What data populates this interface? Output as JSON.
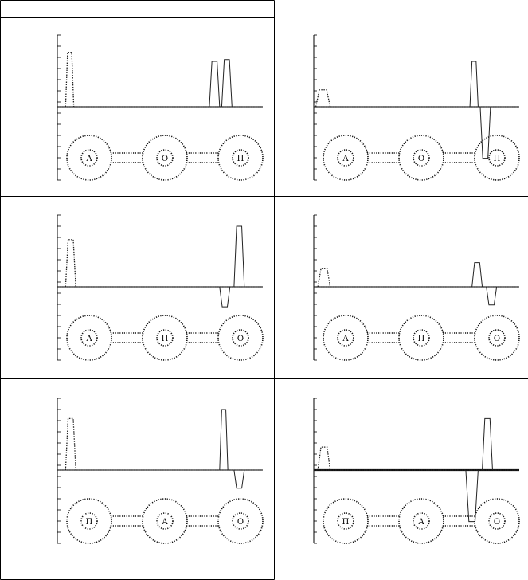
{
  "panels": [
    {
      "id": "r1c1",
      "row": 0,
      "col": 0,
      "pulses": [
        {
          "start": 0.04,
          "end": 0.08,
          "height": 0.9,
          "style": "dotted"
        },
        {
          "start": 0.74,
          "end": 0.79,
          "height": 0.75,
          "style": "solid"
        },
        {
          "start": 0.8,
          "end": 0.85,
          "height": 0.78,
          "style": "solid"
        }
      ],
      "nodes": [
        "А",
        "О",
        "П"
      ]
    },
    {
      "id": "r1c2",
      "row": 0,
      "col": 1,
      "pulses": [
        {
          "start": 0.01,
          "end": 0.08,
          "height": 0.28,
          "style": "dotted"
        },
        {
          "start": 0.76,
          "end": 0.8,
          "height": 0.75,
          "style": "solid"
        },
        {
          "start": 0.81,
          "end": 0.86,
          "height": -0.85,
          "style": "solid"
        }
      ],
      "nodes": [
        "А",
        "О",
        "П"
      ]
    },
    {
      "id": "r2c1",
      "row": 1,
      "col": 0,
      "pulses": [
        {
          "start": 0.04,
          "end": 0.09,
          "height": 0.78,
          "style": "dotted"
        },
        {
          "start": 0.79,
          "end": 0.84,
          "height": -0.33,
          "style": "solid"
        },
        {
          "start": 0.86,
          "end": 0.91,
          "height": 1.0,
          "style": "solid"
        }
      ],
      "nodes": [
        "А",
        "П",
        "О"
      ]
    },
    {
      "id": "r2c2",
      "row": 1,
      "col": 1,
      "pulses": [
        {
          "start": 0.02,
          "end": 0.08,
          "height": 0.3,
          "style": "dotted"
        },
        {
          "start": 0.77,
          "end": 0.82,
          "height": 0.4,
          "style": "solid"
        },
        {
          "start": 0.84,
          "end": 0.89,
          "height": -0.3,
          "style": "solid"
        }
      ],
      "nodes": [
        "А",
        "П",
        "О"
      ]
    },
    {
      "id": "r3c1",
      "row": 2,
      "col": 0,
      "pulses": [
        {
          "start": 0.04,
          "end": 0.09,
          "height": 0.85,
          "style": "dotted"
        },
        {
          "start": 0.79,
          "end": 0.83,
          "height": 1.0,
          "style": "solid"
        },
        {
          "start": 0.86,
          "end": 0.91,
          "height": -0.3,
          "style": "solid"
        }
      ],
      "nodes": [
        "П",
        "А",
        "О"
      ]
    },
    {
      "id": "r3c2",
      "row": 2,
      "col": 1,
      "pulses": [
        {
          "start": 0.02,
          "end": 0.08,
          "height": 0.38,
          "style": "dotted"
        },
        {
          "start": 0.74,
          "end": 0.8,
          "height": -0.85,
          "style": "solid"
        },
        {
          "start": 0.82,
          "end": 0.87,
          "height": 0.85,
          "style": "solid"
        }
      ],
      "nodes": [
        "П",
        "А",
        "О"
      ]
    }
  ]
}
